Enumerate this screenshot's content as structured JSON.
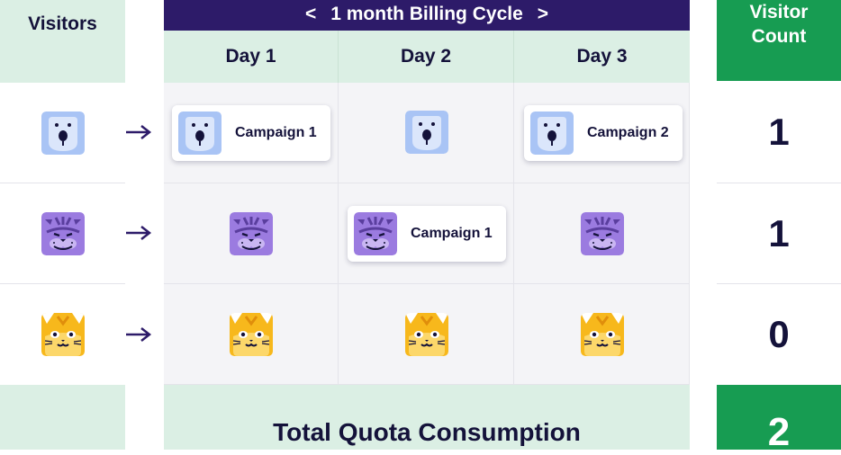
{
  "header": {
    "visitors_label": "Visitors",
    "billing_cycle_label": "1 month Billing Cycle",
    "prev_symbol": "<",
    "next_symbol": ">",
    "visitor_count_label": "Visitor Count",
    "days": [
      "Day 1",
      "Day 2",
      "Day 3"
    ]
  },
  "visitors": [
    {
      "icon": "polar-bear-icon",
      "row": [
        {
          "campaign": "Campaign 1"
        },
        {
          "campaign": null
        },
        {
          "campaign": "Campaign 2"
        }
      ],
      "count": "1"
    },
    {
      "icon": "tiger-icon",
      "row": [
        {
          "campaign": null
        },
        {
          "campaign": "Campaign 1"
        },
        {
          "campaign": null
        }
      ],
      "count": "1"
    },
    {
      "icon": "cat-icon",
      "row": [
        {
          "campaign": null
        },
        {
          "campaign": null
        },
        {
          "campaign": null
        }
      ],
      "count": "0"
    }
  ],
  "footer": {
    "total_label": "Total Quota Consumption",
    "total_value": "2"
  },
  "colors": {
    "header_navy": "#2d1b69",
    "count_green": "#179c52",
    "mint": "#dbefe4",
    "ink": "#14123a"
  }
}
